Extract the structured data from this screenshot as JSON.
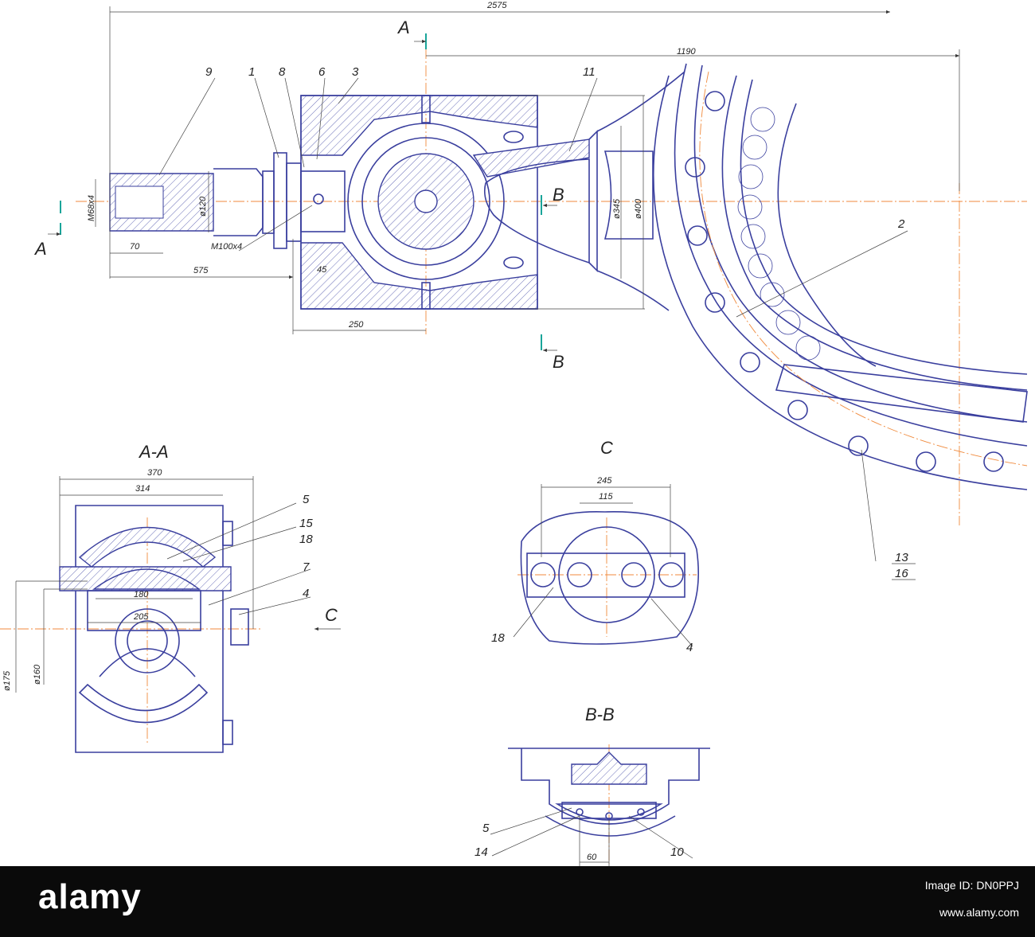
{
  "dimensions": {
    "overall_length": "2575",
    "right_length": "1190",
    "thread_small": "M68x4",
    "thread_big": "M100x4",
    "dia_120": "ø120",
    "len_70": "70",
    "len_575": "575",
    "len_45": "45",
    "len_250": "250",
    "dia_345": "ø345",
    "dia_400": "ø400",
    "aa_370": "370",
    "aa_314": "314",
    "aa_180": "180",
    "aa_205": "205",
    "aa_dia175": "ø175",
    "aa_dia160": "ø160",
    "c_245": "245",
    "c_115": "115",
    "bb_60": "60"
  },
  "section_labels": {
    "a_top": "A",
    "a_left": "A",
    "b_top": "B",
    "b_bottom": "B",
    "view_aa": "A-A",
    "view_c": "C",
    "view_bb": "B-B",
    "c_arrow": "C"
  },
  "part_numbers": {
    "p9": "9",
    "p1": "1",
    "p8": "8",
    "p6": "6",
    "p3": "3",
    "p11": "11",
    "p2": "2",
    "p13": "13",
    "p16": "16",
    "aa_5": "5",
    "aa_15": "15",
    "aa_18": "18",
    "aa_7": "7",
    "aa_4": "4",
    "c_18": "18",
    "c_4": "4",
    "bb_5": "5",
    "bb_14": "14",
    "bb_10": "10"
  },
  "footer": {
    "logo": "alamy",
    "image_id": "Image ID: DN0PPJ",
    "site": "www.alamy.com"
  }
}
